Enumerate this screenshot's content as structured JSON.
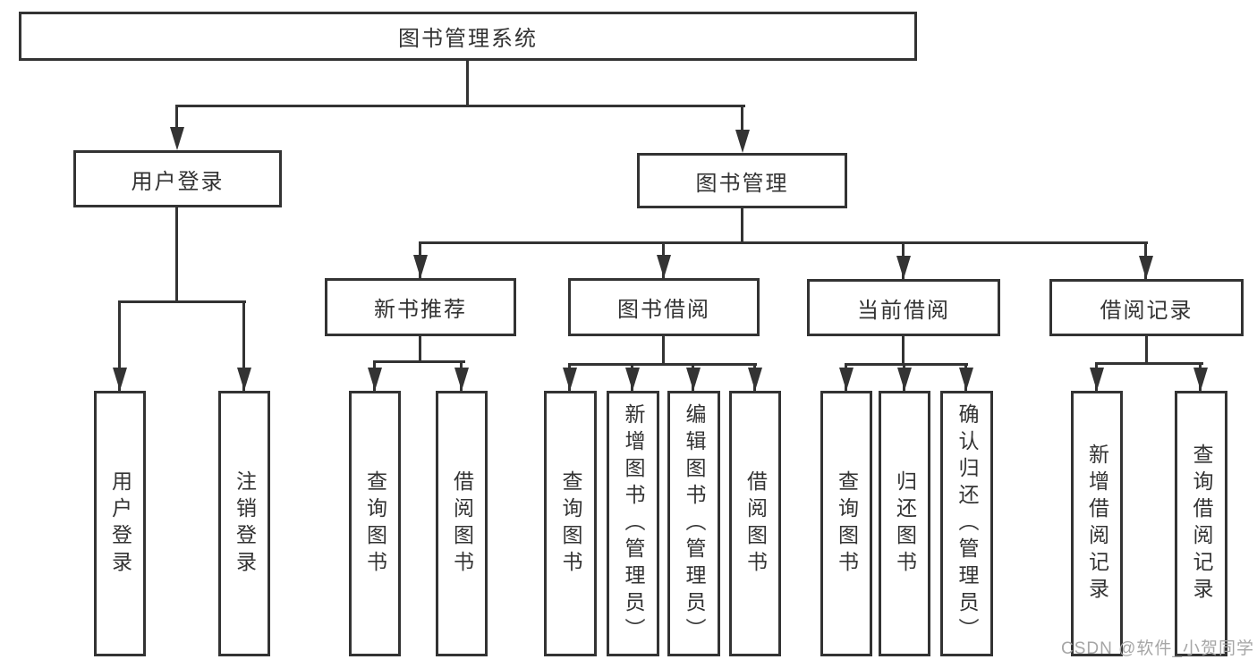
{
  "nodes": {
    "root": "图书管理系统",
    "user_login": "用户登录",
    "book_mgmt": "图书管理",
    "new_book_rec": "新书推荐",
    "book_borrow": "图书借阅",
    "current_borrow": "当前借阅",
    "borrow_record": "借阅记录",
    "leaf_user_login": "用户登录",
    "leaf_logout": "注销登录",
    "leaf_query_book_rec": "查询图书",
    "leaf_borrow_book_rec": "借阅图书",
    "leaf_query_book_borrow": "查询图书",
    "leaf_add_book_admin": "新增图书（管理员）",
    "leaf_edit_book_admin": "编辑图书（管理员）",
    "leaf_borrow_book_borrow": "借阅图书",
    "leaf_query_book_current": "查询图书",
    "leaf_return_book": "归还图书",
    "leaf_confirm_return_admin": "确认归还（管理员）",
    "leaf_add_borrow_record": "新增借阅记录",
    "leaf_query_borrow_record": "查询借阅记录"
  },
  "watermark": "CSDN @软件_小贺同学"
}
